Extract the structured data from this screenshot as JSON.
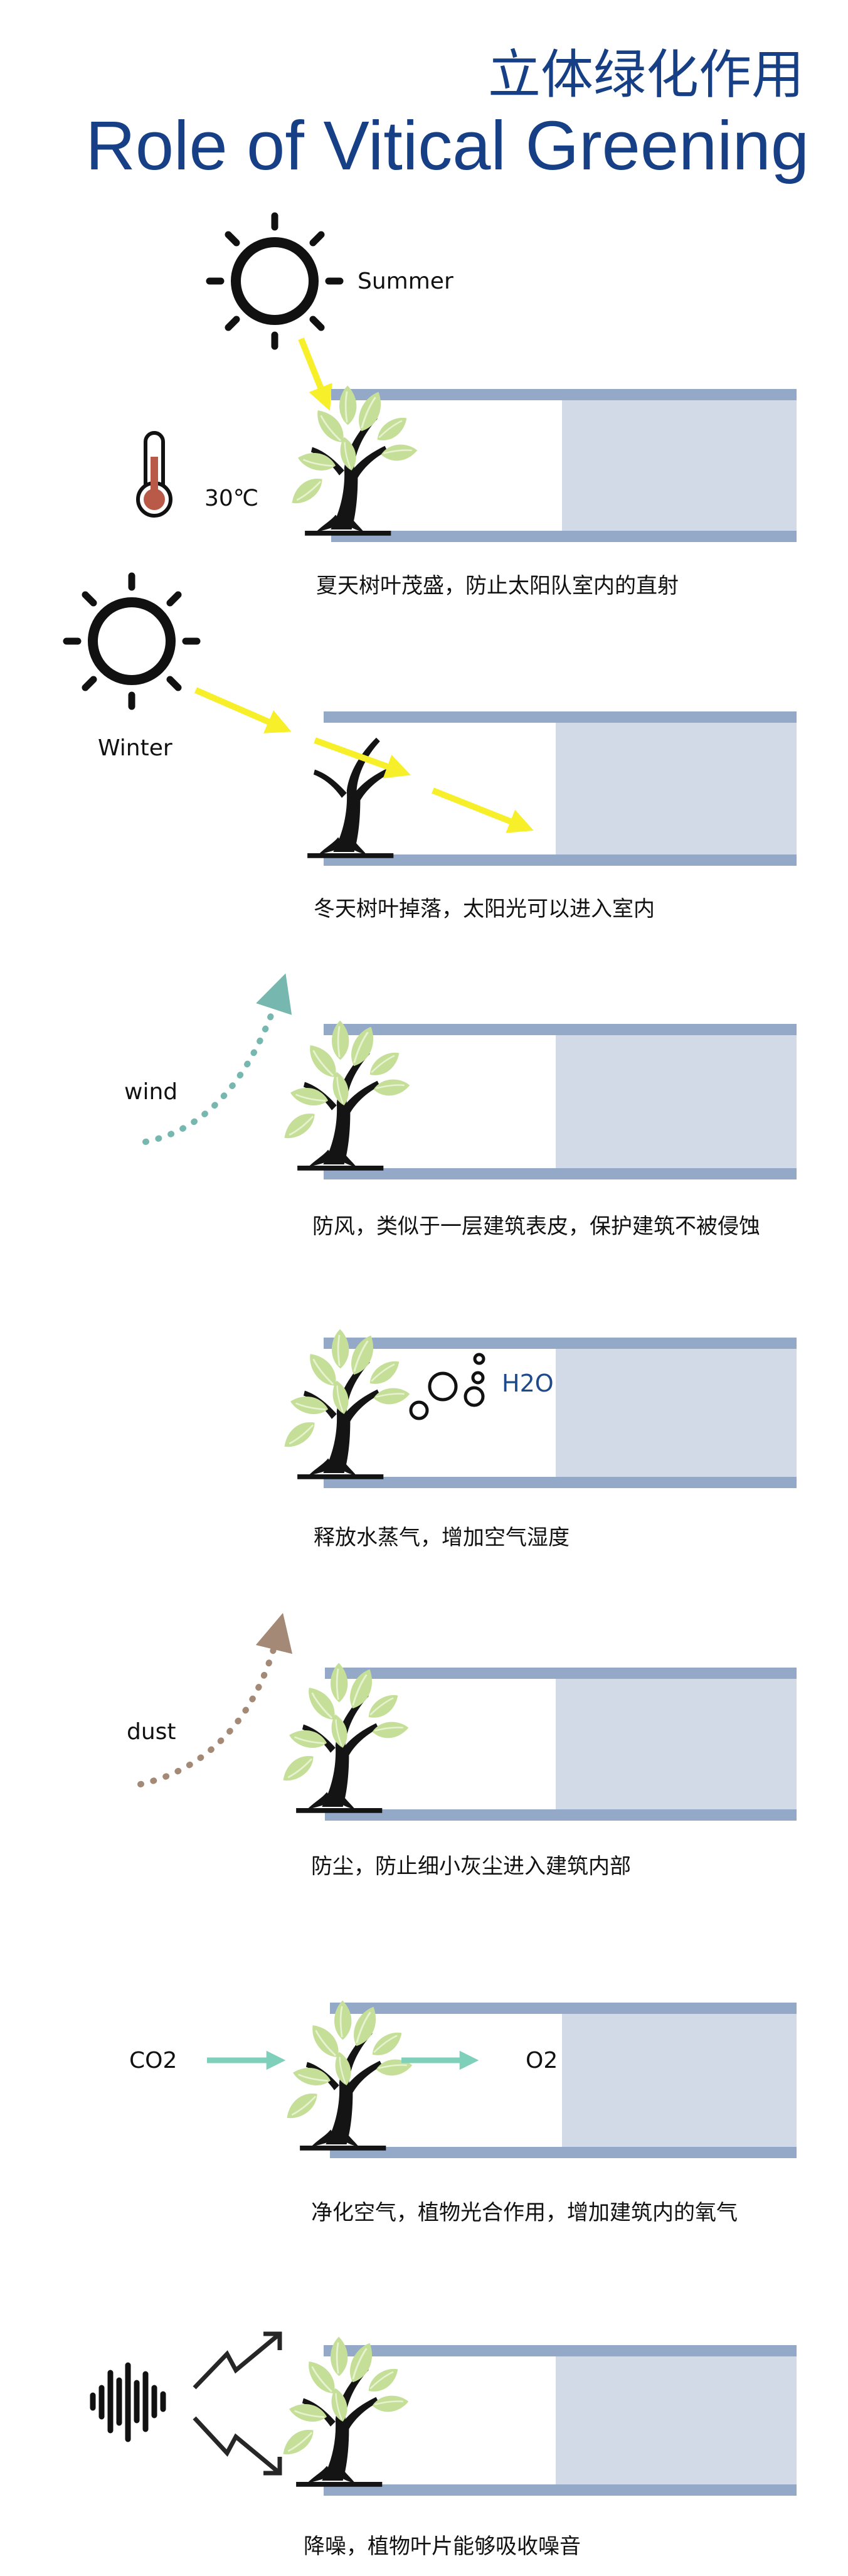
{
  "title_cn": "立体绿化作用",
  "title_en": "Role of Vitical Greening",
  "colors": {
    "title": "#163f86",
    "bar": "#94a8c8",
    "room": "#d2dae8",
    "leaf": "#c5df98",
    "leaf_vein": "#e7f2d0",
    "trunk": "#141414",
    "ray": "#f6ef2a",
    "wind": "#76b7af",
    "dust": "#a48a76",
    "co2_arrow": "#7fd0bb",
    "thermometer": "#b85a47"
  },
  "panels": [
    {
      "id": "summer",
      "caption": "夏天树叶茂盛，防止太阳队室内的直射",
      "sun_label": "Summer",
      "temp_label": "30℃"
    },
    {
      "id": "winter",
      "caption": "冬天树叶掉落，太阳光可以进入室内",
      "sun_label": "Winter"
    },
    {
      "id": "wind",
      "caption": "防风，类似于一层建筑表皮，保护建筑不被侵蚀",
      "label": "wind"
    },
    {
      "id": "humidity",
      "caption": "释放水蒸气，增加空气湿度",
      "label": "H2O"
    },
    {
      "id": "dust",
      "caption": "防尘，防止细小灰尘进入建筑内部",
      "label": "dust"
    },
    {
      "id": "oxygen",
      "caption": "净化空气，植物光合作用，增加建筑内的氧气",
      "label_in": "CO2",
      "label_out": "O2"
    },
    {
      "id": "noise",
      "caption": "降噪，植物叶片能够吸收噪音",
      "icon": "sound-wave-icon"
    }
  ]
}
